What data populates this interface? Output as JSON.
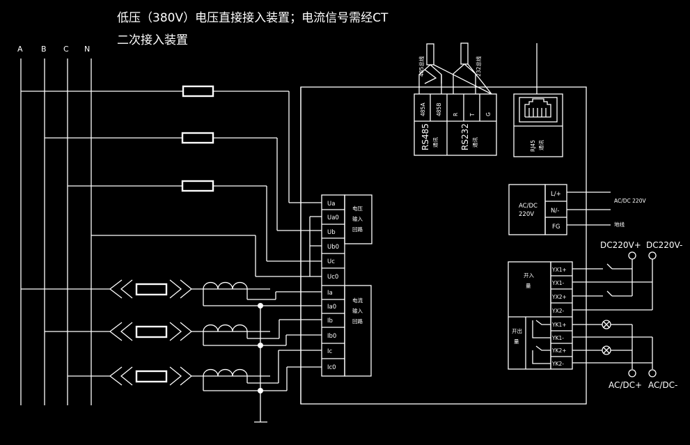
{
  "title": {
    "line1": "低压（380V）电压直接接入装置；电流信号需经CT",
    "line2": "二次接入装置"
  },
  "phases": [
    "A",
    "B",
    "C",
    "N"
  ],
  "comm": {
    "cable_485": "485总线",
    "cable_232": "232总线",
    "terminals": [
      "485A",
      "485B",
      "R",
      "T",
      "G"
    ],
    "rs485_label": "RS485",
    "rs485_sub": "通讯",
    "rs232_label": "RS232",
    "rs232_sub": "通讯",
    "rj45_label": "RJ45",
    "rj45_sub": "通讯"
  },
  "power": {
    "block_label_1": "AC/DC",
    "block_label_2": "220V",
    "terminals": [
      "L/+",
      "N/-",
      "FG"
    ],
    "supply_label": "AC/DC 220V",
    "ground_label": "地线"
  },
  "measure": {
    "voltage_terminals": [
      "Ua",
      "Ua0",
      "Ub",
      "Ub0",
      "Uc",
      "Uc0"
    ],
    "current_terminals": [
      "Ia",
      "Ia0",
      "Ib",
      "Ib0",
      "Ic",
      "Ic0"
    ],
    "voltage_label": [
      "电压",
      "输入",
      "回路"
    ],
    "current_label": [
      "电流",
      "输入",
      "回路"
    ]
  },
  "io": {
    "di_label": [
      "开入",
      "量"
    ],
    "do_label": [
      "开出",
      "量"
    ],
    "di_terminals": [
      "YX1+",
      "YX1-",
      "YX2+",
      "YX2-"
    ],
    "do_terminals": [
      "YK1+",
      "YK1-",
      "YK2+",
      "YK2-"
    ],
    "dc_plus": "DC220V+",
    "dc_minus": "DC220V-",
    "ac_plus": "AC/DC+",
    "ac_minus": "AC/DC-"
  }
}
